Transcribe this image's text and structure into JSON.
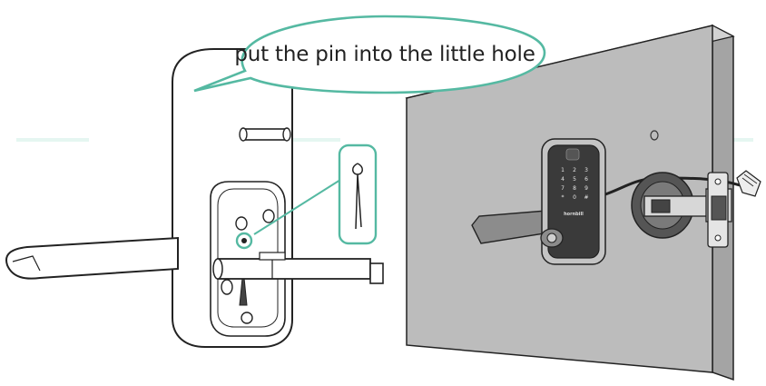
{
  "callout": {
    "text": "put the pin into the little hole"
  },
  "keypad": {
    "keys": [
      "1",
      "2",
      "3",
      "4",
      "5",
      "6",
      "7",
      "8",
      "9",
      "*",
      "0",
      "#"
    ]
  },
  "brand": {
    "text": "hornbill"
  },
  "colors": {
    "outline": "#222222",
    "wall": "#b9b9b9",
    "wall_side": "#a4a4a4",
    "highlight": "#55b9a2",
    "watermark": "#cfeee6"
  }
}
